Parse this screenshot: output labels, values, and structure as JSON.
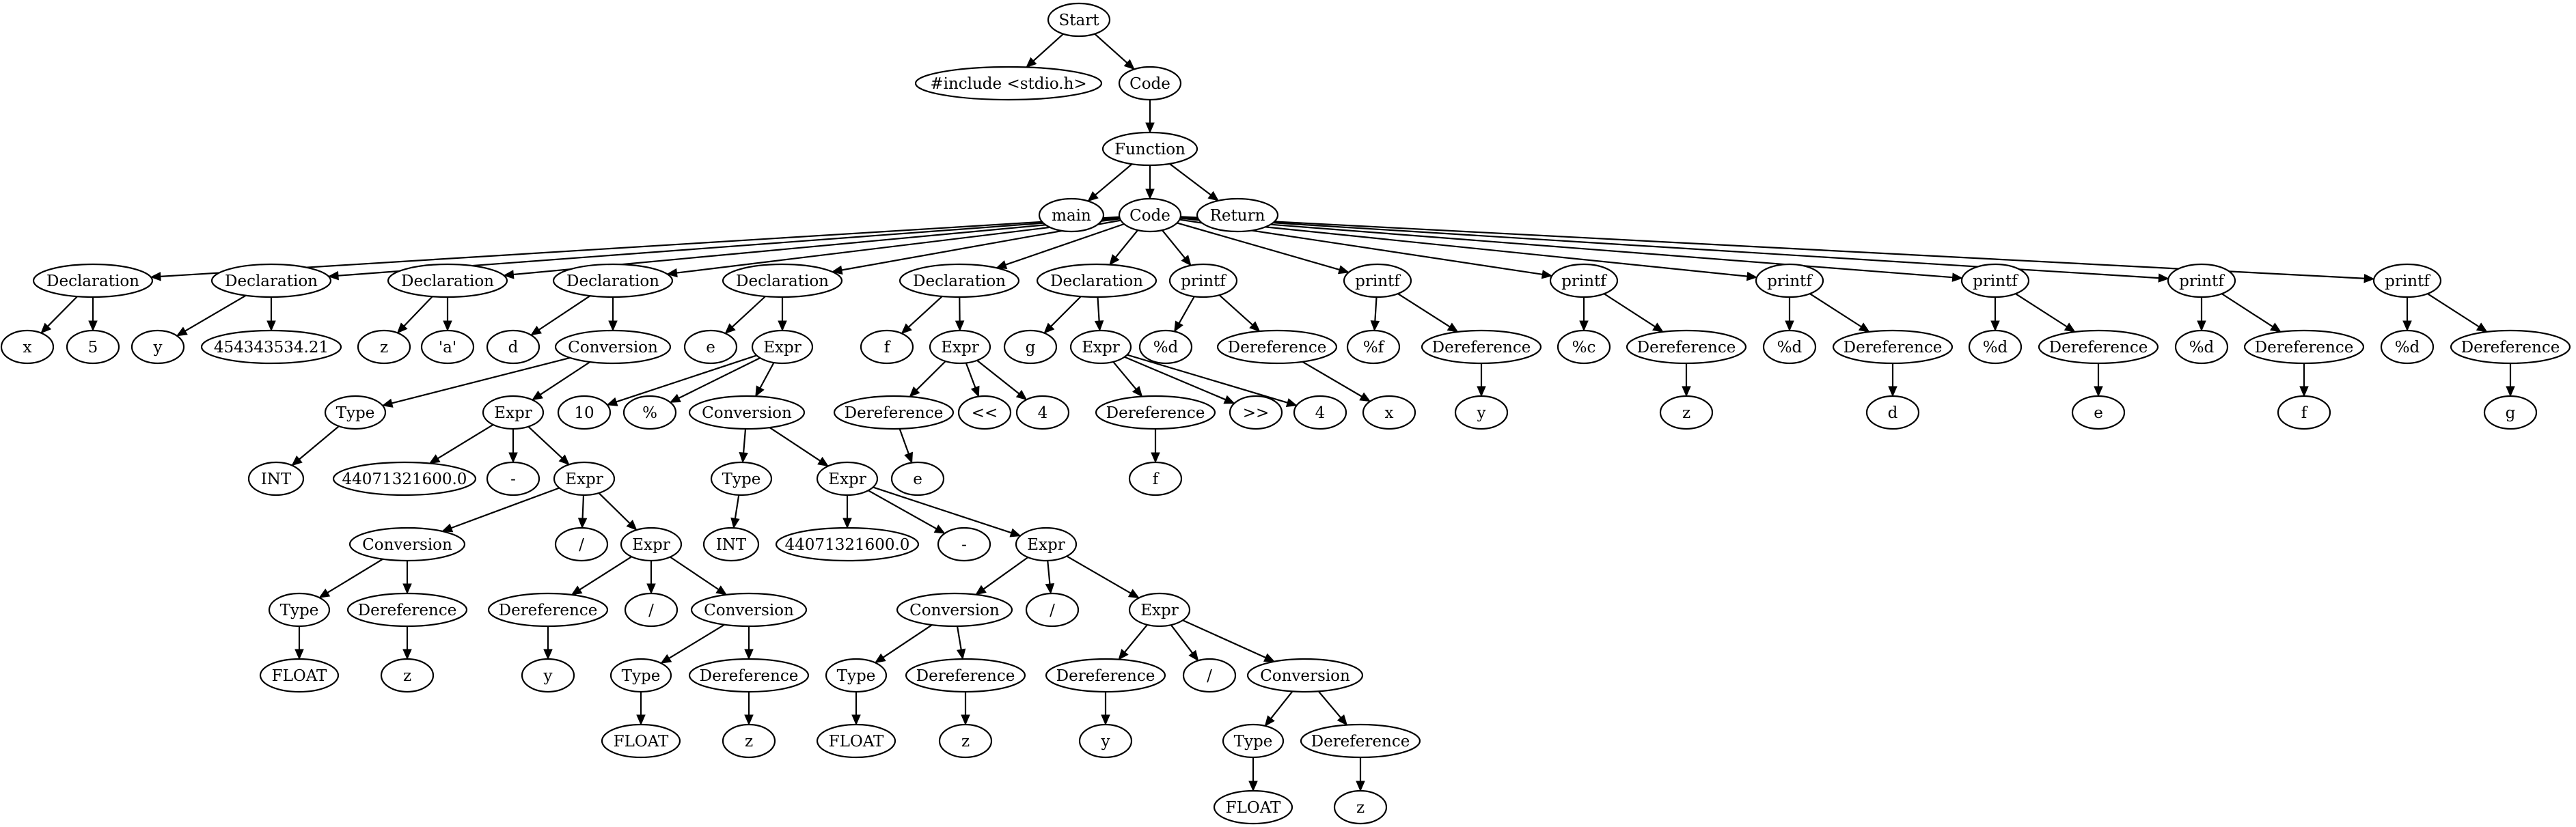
{
  "diagram": {
    "type": "parse-tree",
    "nodes": [
      {
        "id": "n_start",
        "label": "Start"
      },
      {
        "id": "n_include",
        "label": "#include <stdio.h>"
      },
      {
        "id": "n_code_top",
        "label": "Code"
      },
      {
        "id": "n_function",
        "label": "Function"
      },
      {
        "id": "n_main",
        "label": "main"
      },
      {
        "id": "n_code_main",
        "label": "Code"
      },
      {
        "id": "n_return",
        "label": "Return"
      },
      {
        "id": "n_decl_x",
        "label": "Declaration"
      },
      {
        "id": "n_x",
        "label": "x"
      },
      {
        "id": "n_5",
        "label": "5"
      },
      {
        "id": "n_decl_y",
        "label": "Declaration"
      },
      {
        "id": "n_y",
        "label": "y"
      },
      {
        "id": "n_yval",
        "label": "454343534.21"
      },
      {
        "id": "n_decl_z",
        "label": "Declaration"
      },
      {
        "id": "n_z",
        "label": "z"
      },
      {
        "id": "n_zval",
        "label": "'a'"
      },
      {
        "id": "n_decl_d",
        "label": "Declaration"
      },
      {
        "id": "n_d",
        "label": "d"
      },
      {
        "id": "n_d_conv",
        "label": "Conversion"
      },
      {
        "id": "n_d_type",
        "label": "Type"
      },
      {
        "id": "n_d_int",
        "label": "INT"
      },
      {
        "id": "n_d_expr1",
        "label": "Expr"
      },
      {
        "id": "n_d_num",
        "label": "44071321600.0"
      },
      {
        "id": "n_d_minus",
        "label": "-"
      },
      {
        "id": "n_d_expr2",
        "label": "Expr"
      },
      {
        "id": "n_d_conv2",
        "label": "Conversion"
      },
      {
        "id": "n_d_type2",
        "label": "Type"
      },
      {
        "id": "n_d_float2",
        "label": "FLOAT"
      },
      {
        "id": "n_d_deref_z1",
        "label": "Dereference"
      },
      {
        "id": "n_d_z1",
        "label": "z"
      },
      {
        "id": "n_d_div1",
        "label": "/"
      },
      {
        "id": "n_d_expr3",
        "label": "Expr"
      },
      {
        "id": "n_d_deref_y",
        "label": "Dereference"
      },
      {
        "id": "n_d_y",
        "label": "y"
      },
      {
        "id": "n_d_div2",
        "label": "/"
      },
      {
        "id": "n_d_conv3",
        "label": "Conversion"
      },
      {
        "id": "n_d_type3",
        "label": "Type"
      },
      {
        "id": "n_d_float3",
        "label": "FLOAT"
      },
      {
        "id": "n_d_deref_z2",
        "label": "Dereference"
      },
      {
        "id": "n_d_z2",
        "label": "z"
      },
      {
        "id": "n_decl_e",
        "label": "Declaration"
      },
      {
        "id": "n_e",
        "label": "e"
      },
      {
        "id": "n_e_expr",
        "label": "Expr"
      },
      {
        "id": "n_e_10",
        "label": "10"
      },
      {
        "id": "n_e_mod",
        "label": "%"
      },
      {
        "id": "n_e_conv",
        "label": "Conversion"
      },
      {
        "id": "n_e_type",
        "label": "Type"
      },
      {
        "id": "n_e_int",
        "label": "INT"
      },
      {
        "id": "n_e_expr1",
        "label": "Expr"
      },
      {
        "id": "n_e_num",
        "label": "44071321600.0"
      },
      {
        "id": "n_e_minus",
        "label": "-"
      },
      {
        "id": "n_e_expr2",
        "label": "Expr"
      },
      {
        "id": "n_e_conv2",
        "label": "Conversion"
      },
      {
        "id": "n_e_type2",
        "label": "Type"
      },
      {
        "id": "n_e_float2",
        "label": "FLOAT"
      },
      {
        "id": "n_e_deref_z1",
        "label": "Dereference"
      },
      {
        "id": "n_e_z1",
        "label": "z"
      },
      {
        "id": "n_e_div1",
        "label": "/"
      },
      {
        "id": "n_e_expr3",
        "label": "Expr"
      },
      {
        "id": "n_e_deref_y",
        "label": "Dereference"
      },
      {
        "id": "n_e_y",
        "label": "y"
      },
      {
        "id": "n_e_div2",
        "label": "/"
      },
      {
        "id": "n_e_conv3",
        "label": "Conversion"
      },
      {
        "id": "n_e_type3",
        "label": "Type"
      },
      {
        "id": "n_e_float3",
        "label": "FLOAT"
      },
      {
        "id": "n_e_deref_z2",
        "label": "Dereference"
      },
      {
        "id": "n_e_z2",
        "label": "z"
      },
      {
        "id": "n_decl_f",
        "label": "Declaration"
      },
      {
        "id": "n_f",
        "label": "f"
      },
      {
        "id": "n_f_expr",
        "label": "Expr"
      },
      {
        "id": "n_f_deref",
        "label": "Dereference"
      },
      {
        "id": "n_f_e",
        "label": "e"
      },
      {
        "id": "n_f_shl",
        "label": "<<"
      },
      {
        "id": "n_f_4",
        "label": "4"
      },
      {
        "id": "n_decl_g",
        "label": "Declaration"
      },
      {
        "id": "n_g",
        "label": "g"
      },
      {
        "id": "n_g_expr",
        "label": "Expr"
      },
      {
        "id": "n_g_deref",
        "label": "Dereference"
      },
      {
        "id": "n_g_f",
        "label": "f"
      },
      {
        "id": "n_g_shr",
        "label": ">>"
      },
      {
        "id": "n_g_4",
        "label": "4"
      },
      {
        "id": "n_p1",
        "label": "printf"
      },
      {
        "id": "n_p1_fmt",
        "label": "%d"
      },
      {
        "id": "n_p1_deref",
        "label": "Dereference"
      },
      {
        "id": "n_p1_var",
        "label": "x"
      },
      {
        "id": "n_p2",
        "label": "printf"
      },
      {
        "id": "n_p2_fmt",
        "label": "%f"
      },
      {
        "id": "n_p2_deref",
        "label": "Dereference"
      },
      {
        "id": "n_p2_var",
        "label": "y"
      },
      {
        "id": "n_p3",
        "label": "printf"
      },
      {
        "id": "n_p3_fmt",
        "label": "%c"
      },
      {
        "id": "n_p3_deref",
        "label": "Dereference"
      },
      {
        "id": "n_p3_var",
        "label": "z"
      },
      {
        "id": "n_p4",
        "label": "printf"
      },
      {
        "id": "n_p4_fmt",
        "label": "%d"
      },
      {
        "id": "n_p4_deref",
        "label": "Dereference"
      },
      {
        "id": "n_p4_var",
        "label": "d"
      },
      {
        "id": "n_p5",
        "label": "printf"
      },
      {
        "id": "n_p5_fmt",
        "label": "%d"
      },
      {
        "id": "n_p5_deref",
        "label": "Dereference"
      },
      {
        "id": "n_p5_var",
        "label": "e"
      },
      {
        "id": "n_p6",
        "label": "printf"
      },
      {
        "id": "n_p6_fmt",
        "label": "%d"
      },
      {
        "id": "n_p6_deref",
        "label": "Dereference"
      },
      {
        "id": "n_p6_var",
        "label": "f"
      },
      {
        "id": "n_p7",
        "label": "printf"
      },
      {
        "id": "n_p7_fmt",
        "label": "%d"
      },
      {
        "id": "n_p7_deref",
        "label": "Dereference"
      },
      {
        "id": "n_p7_var",
        "label": "g"
      }
    ],
    "edges": [
      [
        "n_start",
        "n_include"
      ],
      [
        "n_start",
        "n_code_top"
      ],
      [
        "n_code_top",
        "n_function"
      ],
      [
        "n_function",
        "n_main"
      ],
      [
        "n_function",
        "n_code_main"
      ],
      [
        "n_function",
        "n_return"
      ],
      [
        "n_code_main",
        "n_decl_x"
      ],
      [
        "n_code_main",
        "n_decl_y"
      ],
      [
        "n_code_main",
        "n_decl_z"
      ],
      [
        "n_code_main",
        "n_decl_d"
      ],
      [
        "n_code_main",
        "n_decl_e"
      ],
      [
        "n_code_main",
        "n_decl_f"
      ],
      [
        "n_code_main",
        "n_decl_g"
      ],
      [
        "n_code_main",
        "n_p1"
      ],
      [
        "n_code_main",
        "n_p2"
      ],
      [
        "n_code_main",
        "n_p3"
      ],
      [
        "n_code_main",
        "n_p4"
      ],
      [
        "n_code_main",
        "n_p5"
      ],
      [
        "n_code_main",
        "n_p6"
      ],
      [
        "n_code_main",
        "n_p7"
      ],
      [
        "n_decl_x",
        "n_x"
      ],
      [
        "n_decl_x",
        "n_5"
      ],
      [
        "n_decl_y",
        "n_y"
      ],
      [
        "n_decl_y",
        "n_yval"
      ],
      [
        "n_decl_z",
        "n_z"
      ],
      [
        "n_decl_z",
        "n_zval"
      ],
      [
        "n_decl_d",
        "n_d"
      ],
      [
        "n_decl_d",
        "n_d_conv"
      ],
      [
        "n_d_conv",
        "n_d_type"
      ],
      [
        "n_d_conv",
        "n_d_expr1"
      ],
      [
        "n_d_type",
        "n_d_int"
      ],
      [
        "n_d_expr1",
        "n_d_num"
      ],
      [
        "n_d_expr1",
        "n_d_minus"
      ],
      [
        "n_d_expr1",
        "n_d_expr2"
      ],
      [
        "n_d_expr2",
        "n_d_conv2"
      ],
      [
        "n_d_expr2",
        "n_d_div1"
      ],
      [
        "n_d_expr2",
        "n_d_expr3"
      ],
      [
        "n_d_conv2",
        "n_d_type2"
      ],
      [
        "n_d_conv2",
        "n_d_deref_z1"
      ],
      [
        "n_d_type2",
        "n_d_float2"
      ],
      [
        "n_d_deref_z1",
        "n_d_z1"
      ],
      [
        "n_d_expr3",
        "n_d_deref_y"
      ],
      [
        "n_d_expr3",
        "n_d_div2"
      ],
      [
        "n_d_expr3",
        "n_d_conv3"
      ],
      [
        "n_d_deref_y",
        "n_d_y"
      ],
      [
        "n_d_conv3",
        "n_d_type3"
      ],
      [
        "n_d_conv3",
        "n_d_deref_z2"
      ],
      [
        "n_d_type3",
        "n_d_float3"
      ],
      [
        "n_d_deref_z2",
        "n_d_z2"
      ],
      [
        "n_decl_e",
        "n_e"
      ],
      [
        "n_decl_e",
        "n_e_expr"
      ],
      [
        "n_e_expr",
        "n_e_10"
      ],
      [
        "n_e_expr",
        "n_e_mod"
      ],
      [
        "n_e_expr",
        "n_e_conv"
      ],
      [
        "n_e_conv",
        "n_e_type"
      ],
      [
        "n_e_conv",
        "n_e_expr1"
      ],
      [
        "n_e_type",
        "n_e_int"
      ],
      [
        "n_e_expr1",
        "n_e_num"
      ],
      [
        "n_e_expr1",
        "n_e_minus"
      ],
      [
        "n_e_expr1",
        "n_e_expr2"
      ],
      [
        "n_e_expr2",
        "n_e_conv2"
      ],
      [
        "n_e_expr2",
        "n_e_div1"
      ],
      [
        "n_e_expr2",
        "n_e_expr3"
      ],
      [
        "n_e_conv2",
        "n_e_type2"
      ],
      [
        "n_e_conv2",
        "n_e_deref_z1"
      ],
      [
        "n_e_type2",
        "n_e_float2"
      ],
      [
        "n_e_deref_z1",
        "n_e_z1"
      ],
      [
        "n_e_expr3",
        "n_e_deref_y"
      ],
      [
        "n_e_expr3",
        "n_e_div2"
      ],
      [
        "n_e_expr3",
        "n_e_conv3"
      ],
      [
        "n_e_deref_y",
        "n_e_y"
      ],
      [
        "n_e_conv3",
        "n_e_type3"
      ],
      [
        "n_e_conv3",
        "n_e_deref_z2"
      ],
      [
        "n_e_type3",
        "n_e_float3"
      ],
      [
        "n_e_deref_z2",
        "n_e_z2"
      ],
      [
        "n_decl_f",
        "n_f"
      ],
      [
        "n_decl_f",
        "n_f_expr"
      ],
      [
        "n_f_expr",
        "n_f_deref"
      ],
      [
        "n_f_expr",
        "n_f_shl"
      ],
      [
        "n_f_expr",
        "n_f_4"
      ],
      [
        "n_f_deref",
        "n_f_e"
      ],
      [
        "n_decl_g",
        "n_g"
      ],
      [
        "n_decl_g",
        "n_g_expr"
      ],
      [
        "n_g_expr",
        "n_g_deref"
      ],
      [
        "n_g_expr",
        "n_g_shr"
      ],
      [
        "n_g_expr",
        "n_g_4"
      ],
      [
        "n_g_deref",
        "n_g_f"
      ],
      [
        "n_p1",
        "n_p1_fmt"
      ],
      [
        "n_p1",
        "n_p1_deref"
      ],
      [
        "n_p1_deref",
        "n_p1_var"
      ],
      [
        "n_p2",
        "n_p2_fmt"
      ],
      [
        "n_p2",
        "n_p2_deref"
      ],
      [
        "n_p2_deref",
        "n_p2_var"
      ],
      [
        "n_p3",
        "n_p3_fmt"
      ],
      [
        "n_p3",
        "n_p3_deref"
      ],
      [
        "n_p3_deref",
        "n_p3_var"
      ],
      [
        "n_p4",
        "n_p4_fmt"
      ],
      [
        "n_p4",
        "n_p4_deref"
      ],
      [
        "n_p4_deref",
        "n_p4_var"
      ],
      [
        "n_p5",
        "n_p5_fmt"
      ],
      [
        "n_p5",
        "n_p5_deref"
      ],
      [
        "n_p5_deref",
        "n_p5_var"
      ],
      [
        "n_p6",
        "n_p6_fmt"
      ],
      [
        "n_p6",
        "n_p6_deref"
      ],
      [
        "n_p6_deref",
        "n_p6_var"
      ],
      [
        "n_p7",
        "n_p7_fmt"
      ],
      [
        "n_p7",
        "n_p7_deref"
      ],
      [
        "n_p7_deref",
        "n_p7_var"
      ]
    ]
  }
}
